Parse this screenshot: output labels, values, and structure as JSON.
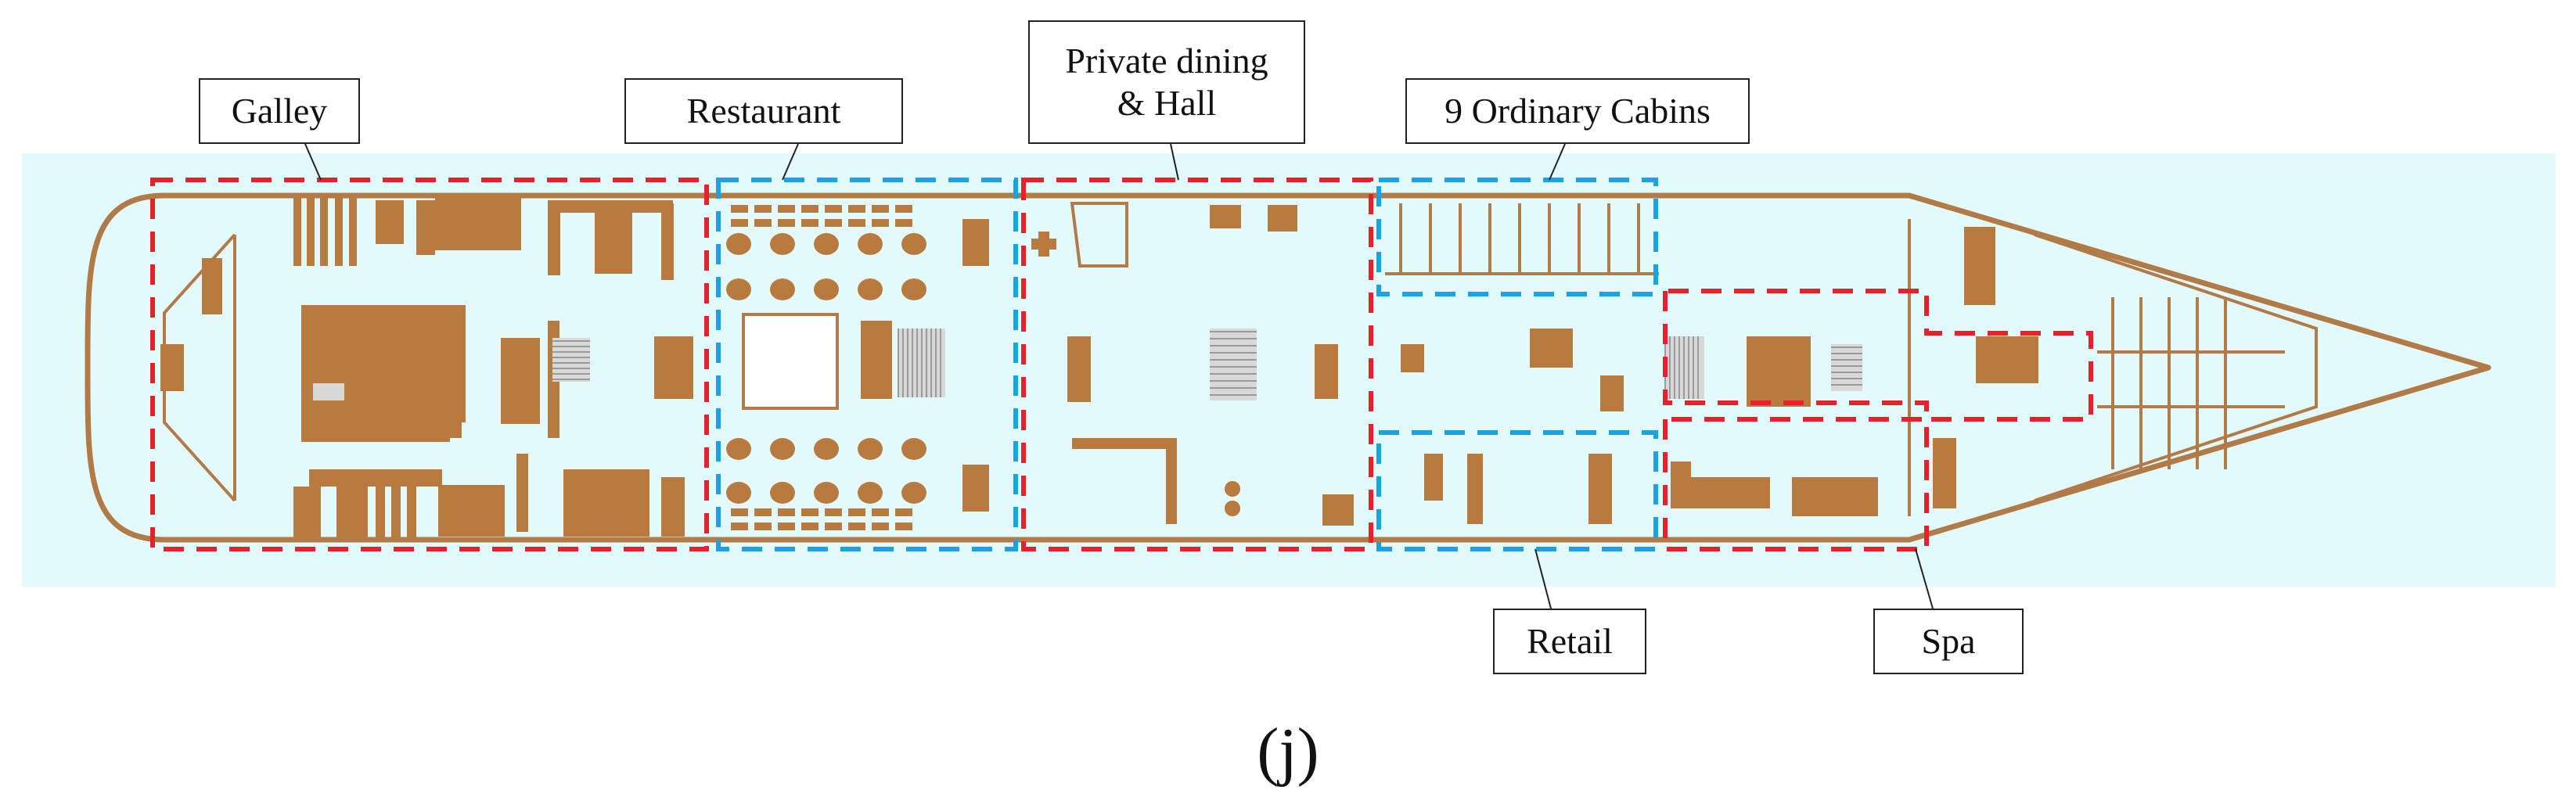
{
  "figure": {
    "panel_label": "(j)"
  },
  "colors": {
    "water": "#e2fafc",
    "hull": "#b27a47",
    "furniture": "#b97a3f",
    "furniture_light": "#ffffff",
    "stairs": "#d8d8d8",
    "red_zone": "#e8202a",
    "blue_zone": "#1aa3e3",
    "label_border": "#222222"
  },
  "zones": [
    {
      "id": "galley",
      "label": "Galley",
      "color": "red"
    },
    {
      "id": "restaurant",
      "label": "Restaurant",
      "color": "blue"
    },
    {
      "id": "private-dining-hall",
      "label": "Private dining\n& Hall",
      "color": "red"
    },
    {
      "id": "ordinary-cabins",
      "label": "9 Ordinary Cabins",
      "color": "blue"
    },
    {
      "id": "retail",
      "label": "Retail",
      "color": "blue"
    },
    {
      "id": "spa",
      "label": "Spa",
      "color": "red"
    }
  ]
}
